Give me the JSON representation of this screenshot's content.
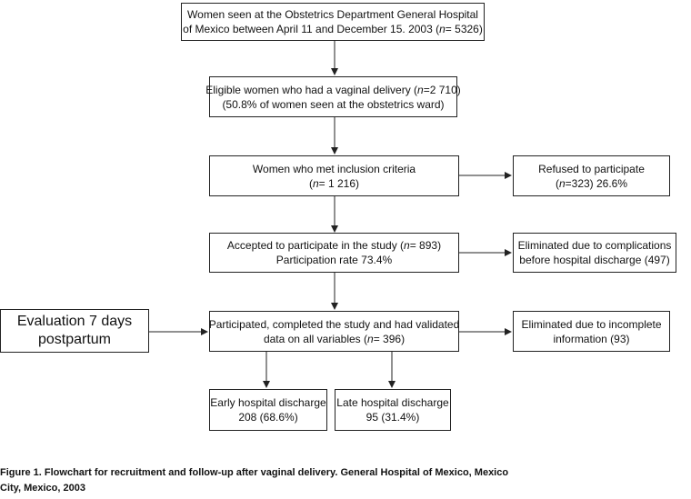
{
  "boxes": {
    "seen": {
      "lines": [
        [
          {
            "t": "Women seen at the Obstetrics Department General Hospital"
          }
        ],
        [
          {
            "t": "of Mexico between April 11 and December 15. 2003 ("
          },
          {
            "t": "n",
            "i": true
          },
          {
            "t": "= 5326)"
          }
        ]
      ]
    },
    "eligible": {
      "lines": [
        [
          {
            "t": "Eligible women who had a vaginal delivery ("
          },
          {
            "t": "n",
            "i": true
          },
          {
            "t": "=2 710)"
          }
        ],
        [
          {
            "t": "(50.8% of women seen at the obstetrics ward)"
          }
        ]
      ]
    },
    "inclusion": {
      "lines": [
        [
          {
            "t": "Women who met inclusion criteria"
          }
        ],
        [
          {
            "t": "("
          },
          {
            "t": "n",
            "i": true
          },
          {
            "t": "= 1 216)"
          }
        ]
      ]
    },
    "refused": {
      "lines": [
        [
          {
            "t": "Refused to participate"
          }
        ],
        [
          {
            "t": "("
          },
          {
            "t": "n",
            "i": true
          },
          {
            "t": "=323) 26.6%"
          }
        ]
      ]
    },
    "accepted": {
      "lines": [
        [
          {
            "t": "Accepted to participate in the study ("
          },
          {
            "t": "n",
            "i": true
          },
          {
            "t": "= 893)"
          }
        ],
        [
          {
            "t": "Participation rate 73.4%"
          }
        ]
      ]
    },
    "eliminated_complications": {
      "lines": [
        [
          {
            "t": "Eliminated due to complications"
          }
        ],
        [
          {
            "t": "before hospital discharge (497)"
          }
        ]
      ]
    },
    "evaluation": {
      "lines": [
        [
          {
            "t": "Evaluation 7 days"
          }
        ],
        [
          {
            "t": "postpartum"
          }
        ]
      ]
    },
    "participated": {
      "lines": [
        [
          {
            "t": "Participated, completed the study and had validated"
          }
        ],
        [
          {
            "t": "data on all variables ("
          },
          {
            "t": "n",
            "i": true
          },
          {
            "t": "= 396)"
          }
        ]
      ]
    },
    "eliminated_incomplete": {
      "lines": [
        [
          {
            "t": "Eliminated due to incomplete"
          }
        ],
        [
          {
            "t": "information (93)"
          }
        ]
      ]
    },
    "early": {
      "lines": [
        [
          {
            "t": "Early hospital discharge"
          }
        ],
        [
          {
            "t": "208 (68.6%)"
          }
        ]
      ]
    },
    "late": {
      "lines": [
        [
          {
            "t": "Late hospital discharge"
          }
        ],
        [
          {
            "t": "95 (31.4%)"
          }
        ]
      ]
    }
  },
  "caption": {
    "line1": "Figure 1. Flowchart for recruitment and follow-up after vaginal delivery. General Hospital of Mexico, Mexico",
    "line2": "City, Mexico, 2003"
  }
}
